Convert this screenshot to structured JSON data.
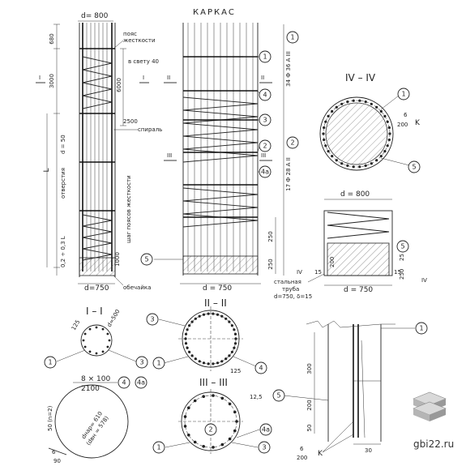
{
  "main": {
    "title": "КАРКАС"
  },
  "left": {
    "diameter_top": "d= 800",
    "diameter_bottom": "d=750",
    "label_belt": "пояс",
    "label_stiffness": "жесткости",
    "label_clear": "в свету 40",
    "label_spiral": "спираль",
    "label_hole": "отверстия",
    "label_d50": "d = 50",
    "label_pitch": "шаг поясов жесткости",
    "label_L": "L",
    "label_range": "0,2 ÷ 0,3 L",
    "label_shell": "обечайка",
    "dims": [
      "680",
      "3000",
      "6000",
      "2500",
      "1000"
    ]
  },
  "center": {
    "diameter": "d = 750",
    "dims": [
      "250",
      "250"
    ],
    "rebar_1": "34 Ф 36 А III",
    "rebar_2": "17 Ф 28 А II"
  },
  "section_iv": {
    "title": "IV – IV",
    "dim_6": "6",
    "dim_200": "200"
  },
  "bottom_detail": {
    "diameter_top": "d = 800",
    "diameter_bottom": "d = 750",
    "dim_200": "200",
    "dim_15": "15",
    "dim_25": "25",
    "dim_250": "250",
    "pipe_label_1": "стальная",
    "pipe_label_2": "труба",
    "pipe_spec": "d=750, δ=15",
    "mark_iv": "IV"
  },
  "section_i": {
    "title": "I – I",
    "dim_125": "125",
    "dim_500": "d=500"
  },
  "ring": {
    "spec_1": "8 × 100",
    "spec_2": "2100",
    "d_outer": "dнар= 610",
    "d_inner": "(dвн = 578)",
    "dim_50": "50 (n=2)",
    "dim_6": "6",
    "dim_90": "90"
  },
  "section_ii": {
    "title": "II – II",
    "dim": "125"
  },
  "section_iii": {
    "title": "III – III",
    "dim": "12,5"
  },
  "right_detail": {
    "dims": [
      "300",
      "200",
      "50"
    ],
    "dim_30": "30",
    "dim_6": "6",
    "dim_200": "200"
  },
  "callouts": [
    "1",
    "2",
    "3",
    "4",
    "4а",
    "5"
  ],
  "watermark": {
    "text": "gbi22.ru"
  }
}
